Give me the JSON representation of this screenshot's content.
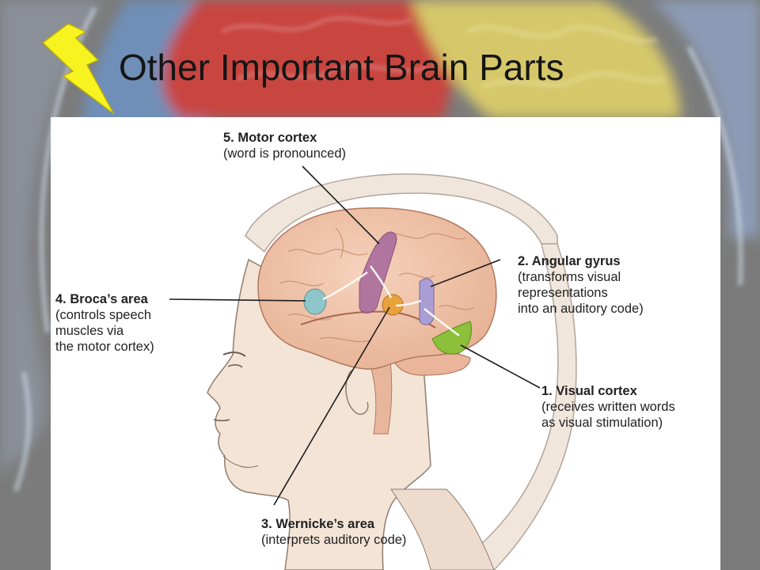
{
  "slide": {
    "title": "Other Important Brain Parts",
    "colors": {
      "title": "#151515",
      "background": "#7d7d7d",
      "bolt": "#f7f320",
      "panel": "#ffffff"
    },
    "icons": [
      "lightning-bolt-icon"
    ]
  },
  "diagram": {
    "labels": [
      {
        "id": "motor",
        "title": "5. Motor cortex",
        "desc": [
          "(word is pronounced)"
        ],
        "color": "#a86a9c"
      },
      {
        "id": "angular",
        "title": "2. Angular gyrus",
        "desc": [
          "(transforms visual",
          "representations",
          "into an auditory code)"
        ],
        "color": "#a99ed4"
      },
      {
        "id": "broca",
        "title": "4. Broca’s area",
        "desc": [
          "(controls speech",
          "muscles via",
          "the motor cortex)"
        ],
        "color": "#8fc6c9"
      },
      {
        "id": "visual",
        "title": "1. Visual cortex",
        "desc": [
          "(receives written words",
          "as visual stimulation)"
        ],
        "color": "#8cbf3a"
      },
      {
        "id": "wernicke",
        "title": "3. Wernicke’s area",
        "desc": [
          "(interprets auditory code)"
        ],
        "color": "#e7a23a"
      }
    ]
  }
}
